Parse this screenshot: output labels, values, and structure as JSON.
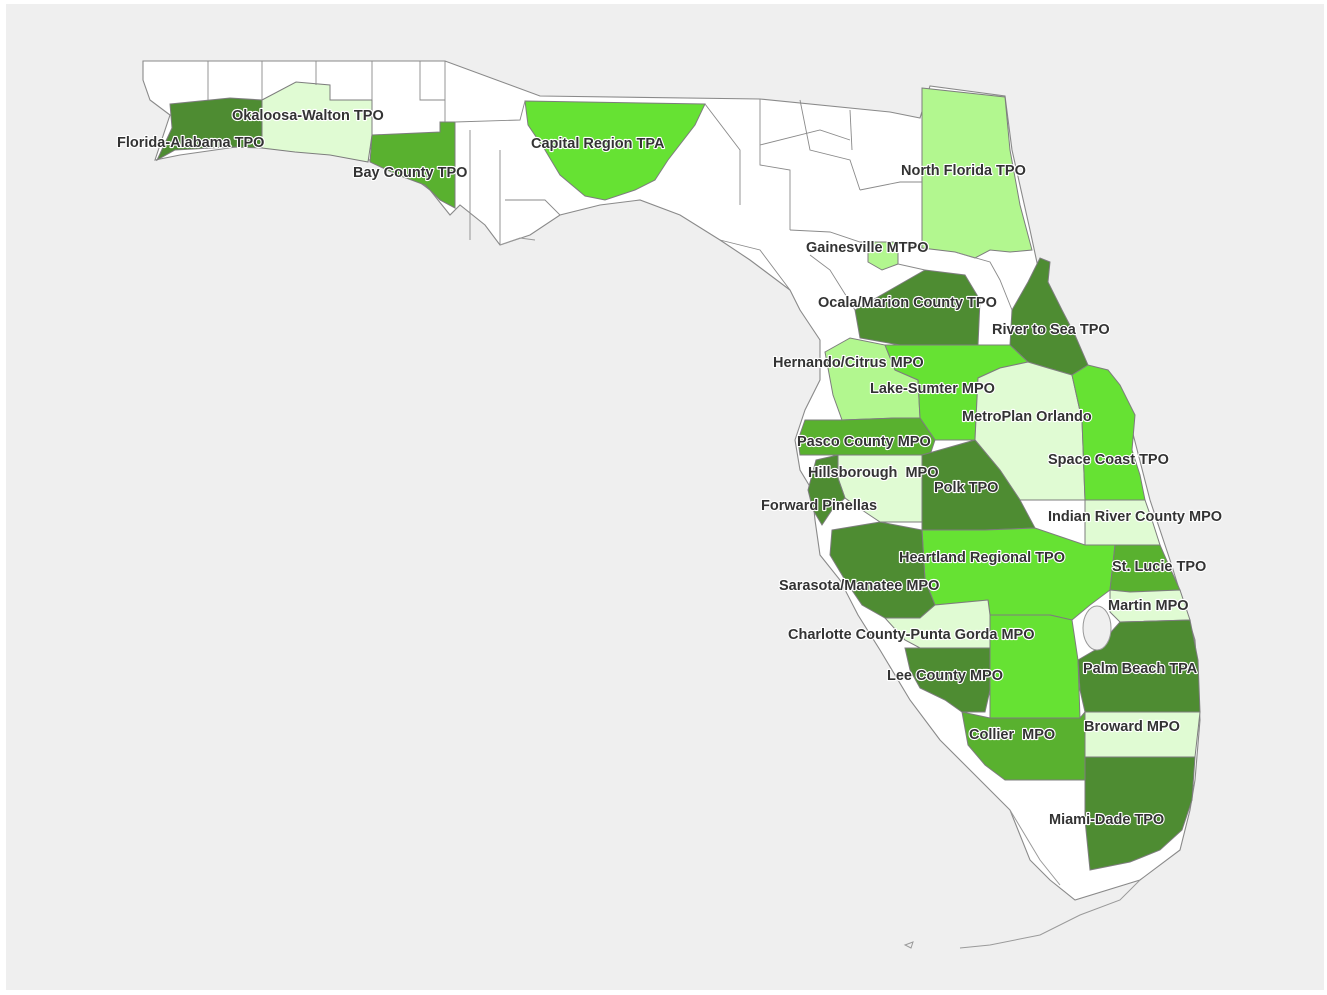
{
  "colors": {
    "background": "#efefef",
    "unassigned": "#ffffff",
    "darkest": "#4e8c32",
    "bright": "#66e233",
    "medium": "#59b12f",
    "light": "#b2f78f",
    "lightest": "#e0fbd3"
  },
  "mpos": [
    {
      "id": "florida-alabama-tpo",
      "label": "Florida-Alabama TPO",
      "color": "#4e8c32"
    },
    {
      "id": "okaloosa-walton-tpo",
      "label": "Okaloosa-Walton TPO",
      "color": "#e0fbd3"
    },
    {
      "id": "bay-county-tpo",
      "label": "Bay County TPO",
      "color": "#59b12f"
    },
    {
      "id": "capital-region-tpa",
      "label": "Capital Region TPA",
      "color": "#66e233"
    },
    {
      "id": "north-florida-tpo",
      "label": "North Florida TPO",
      "color": "#b2f78f"
    },
    {
      "id": "gainesville-mtpo",
      "label": "Gainesville MTPO",
      "color": "#b2f78f"
    },
    {
      "id": "ocala-marion-county-tpo",
      "label": "Ocala/Marion County TPO",
      "color": "#4e8c32"
    },
    {
      "id": "river-to-sea-tpo",
      "label": "River to Sea TPO",
      "color": "#4e8c32"
    },
    {
      "id": "hernando-citrus-mpo",
      "label": "Hernando/Citrus MPO",
      "color": "#b2f78f"
    },
    {
      "id": "lake-sumter-mpo",
      "label": "Lake-Sumter MPO",
      "color": "#66e233"
    },
    {
      "id": "metroplan-orlando",
      "label": "MetroPlan Orlando",
      "color": "#e0fbd3"
    },
    {
      "id": "space-coast-tpo",
      "label": "Space Coast TPO",
      "color": "#66e233"
    },
    {
      "id": "pasco-county-mpo",
      "label": "Pasco County MPO",
      "color": "#59b12f"
    },
    {
      "id": "hillsborough-mpo",
      "label": "Hillsborough  MPO",
      "color": "#e0fbd3"
    },
    {
      "id": "polk-tpo",
      "label": "Polk TPO",
      "color": "#4e8c32"
    },
    {
      "id": "forward-pinellas",
      "label": "Forward Pinellas",
      "color": "#4e8c32"
    },
    {
      "id": "indian-river-county-mpo",
      "label": "Indian River County MPO",
      "color": "#e0fbd3"
    },
    {
      "id": "heartland-regional-tpo",
      "label": "Heartland Regional TPO",
      "color": "#66e233"
    },
    {
      "id": "st-lucie-tpo",
      "label": "St. Lucie TPO",
      "color": "#59b12f"
    },
    {
      "id": "sarasota-manatee-mpo",
      "label": "Sarasota/Manatee MPO",
      "color": "#4e8c32"
    },
    {
      "id": "martin-mpo",
      "label": "Martin MPO",
      "color": "#e0fbd3"
    },
    {
      "id": "charlotte-county-punta-gorda-mpo",
      "label": "Charlotte County-Punta Gorda MPO",
      "color": "#e0fbd3"
    },
    {
      "id": "lee-county-mpo",
      "label": "Lee County MPO",
      "color": "#4e8c32"
    },
    {
      "id": "palm-beach-tpa",
      "label": "Palm Beach TPA",
      "color": "#4e8c32"
    },
    {
      "id": "collier-mpo",
      "label": "Collier  MPO",
      "color": "#59b12f"
    },
    {
      "id": "broward-mpo",
      "label": "Broward MPO",
      "color": "#e0fbd3"
    },
    {
      "id": "miami-dade-tpo",
      "label": "Miami-Dade TPO",
      "color": "#4e8c32"
    }
  ]
}
